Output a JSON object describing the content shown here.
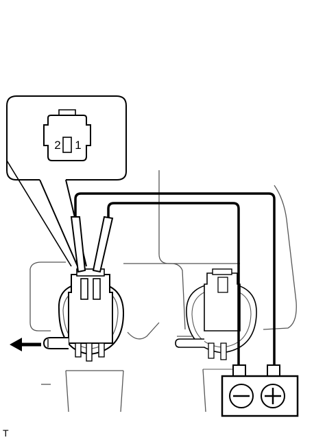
{
  "connector_view": {
    "pin_left": "2",
    "pin_right": "1"
  },
  "battery": {
    "negative_symbol": "−",
    "positive_symbol": "+"
  },
  "corner_code": "T",
  "colors": {
    "line": "#000000",
    "detail_line": "#555555",
    "background": "#ffffff"
  },
  "icons": [
    "arrow-left-icon",
    "battery-icon",
    "connector-icon"
  ]
}
